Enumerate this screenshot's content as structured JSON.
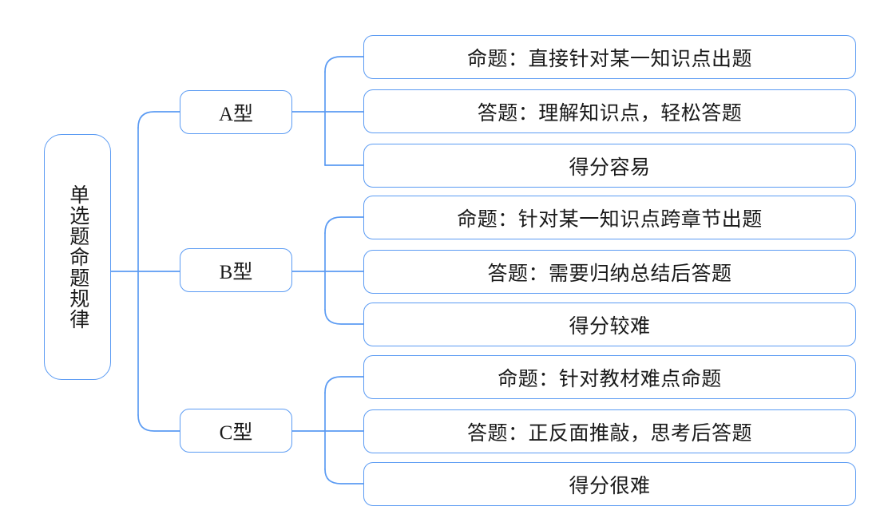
{
  "diagram": {
    "type": "mind-map-tree",
    "title": "单选题命题规律",
    "orientation": "left-to-right",
    "colors": {
      "line": "#5b9bf3",
      "node_border": "#5b9bf3",
      "node_fill": "#ffffff",
      "text": "#1a1a1a",
      "background": "#ffffff"
    },
    "root": {
      "label": "单选题命题规律",
      "text_direction": "vertical"
    },
    "branches": [
      {
        "label": "A型",
        "children": [
          {
            "label": "命题：直接针对某一知识点出题"
          },
          {
            "label": "答题：理解知识点，轻松答题"
          },
          {
            "label": "得分容易"
          }
        ]
      },
      {
        "label": "B型",
        "children": [
          {
            "label": "命题：针对某一知识点跨章节出题"
          },
          {
            "label": "答题：需要归纳总结后答题"
          },
          {
            "label": "得分较难"
          }
        ]
      },
      {
        "label": "C型",
        "children": [
          {
            "label": "命题：针对教材难点命题"
          },
          {
            "label": "答题：正反面推敲，思考后答题"
          },
          {
            "label": "得分很难"
          }
        ]
      }
    ]
  }
}
